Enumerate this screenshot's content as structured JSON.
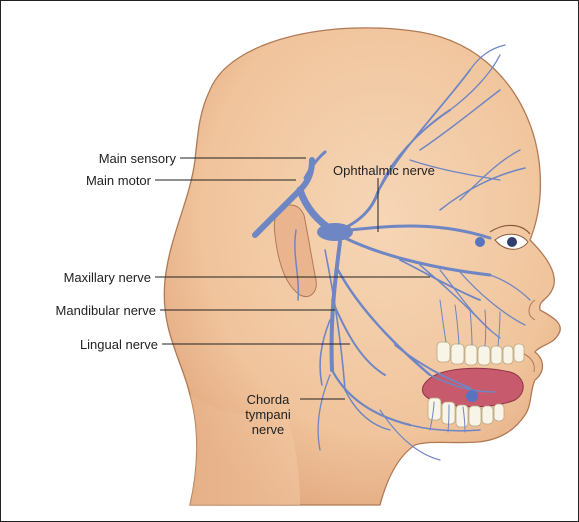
{
  "labels": {
    "main_sensory": "Main sensory",
    "main_motor": "Main motor",
    "ophthalmic": "Ophthalmic nerve",
    "maxillary": "Maxillary nerve",
    "mandibular": "Mandibular nerve",
    "lingual": "Lingual nerve",
    "chorda_line1": "Chorda",
    "chorda_line2": "tympani",
    "chorda_line3": "nerve"
  },
  "colors": {
    "skin": "#f2c8a2",
    "skin_shadow": "#e2aa80",
    "outline": "#b07a55",
    "nerve": "#6f86c4",
    "nerve_dark": "#4e67ad",
    "tongue": "#c85a6e",
    "teeth": "#f8f4e8"
  }
}
